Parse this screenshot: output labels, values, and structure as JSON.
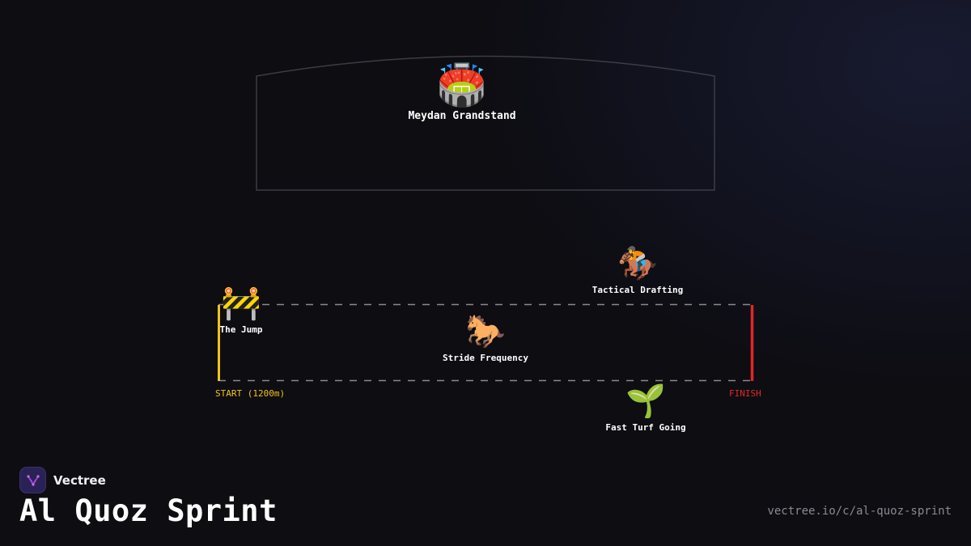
{
  "stadium": {
    "icon": "🏟️",
    "icon_name": "stadium-icon",
    "label": "Meydan Grandstand"
  },
  "obstacle": {
    "icon": "🚧",
    "icon_name": "construction-barrier-icon",
    "label": "The Jump"
  },
  "rider": {
    "icon": "🏇",
    "icon_name": "horse-racing-icon",
    "label": "Tactical Drafting"
  },
  "horse": {
    "icon": "🐎",
    "icon_name": "horse-icon",
    "label": "Stride Frequency"
  },
  "turf": {
    "icon": "🌱",
    "icon_name": "seedling-icon",
    "label": "Fast Turf Going"
  },
  "track": {
    "start_label": "START (1200m)",
    "finish_label": "FINISH",
    "start_color": "#f2c318",
    "finish_color": "#e0262a"
  },
  "brand": {
    "name": "Vectree",
    "title": "Al Quoz Sprint",
    "url": "vectree.io/c/al-quoz-sprint",
    "accent": "#b04ae0"
  }
}
